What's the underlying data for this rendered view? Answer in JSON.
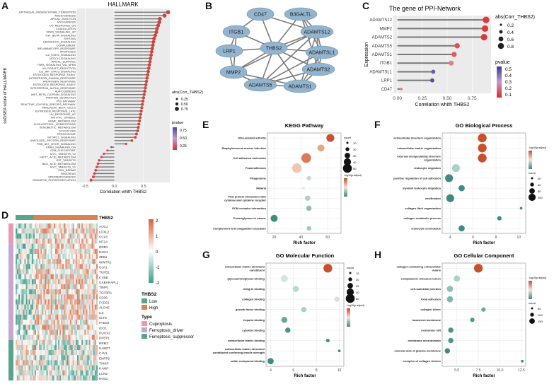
{
  "figure": {
    "panel_labels": [
      "A",
      "B",
      "C",
      "D",
      "E",
      "F",
      "G",
      "H"
    ]
  },
  "panelA": {
    "title": "HALLMARK",
    "xlabel": "Correlation whith THBS2",
    "ylabel": "ssGSEA score of HALLMARK",
    "xticks": [
      "-0.5",
      "0.0",
      "0.5"
    ],
    "legend_size_title": "abs(Corr_THBS2)",
    "legend_size_items": [
      "0.25",
      "0.50",
      "0.75"
    ],
    "legend_color_title": "pvalue",
    "legend_color_items": [
      "0.75",
      "0.50",
      "0.25"
    ],
    "pathways": [
      {
        "name": "EPITHELIAL_MESENCHYMAL_TRANSITION",
        "r": 0.92
      },
      {
        "name": "ANGIOGENESIS",
        "r": 0.86
      },
      {
        "name": "APICAL_JUNCTION",
        "r": 0.78
      },
      {
        "name": "MYOGENESIS",
        "r": 0.77
      },
      {
        "name": "UV_RESPONSE_DN",
        "r": 0.75
      },
      {
        "name": "COAGULATION",
        "r": 0.73
      },
      {
        "name": "KRAS_SIGNALING_UP",
        "r": 0.72
      },
      {
        "name": "TGF_BETA_SIGNALING",
        "r": 0.7
      },
      {
        "name": "HYPOXIA",
        "r": 0.68
      },
      {
        "name": "HEDGEHOG_SIGNALING",
        "r": 0.67
      },
      {
        "name": "COMPLEMENT",
        "r": 0.66
      },
      {
        "name": "INFLAMMATORY_RESPONSE",
        "r": 0.65
      },
      {
        "name": "APOPTOSIS",
        "r": 0.64
      },
      {
        "name": "IL2_STAT5_SIGNALING",
        "r": 0.63
      },
      {
        "name": "NOTCH_SIGNALING",
        "r": 0.62
      },
      {
        "name": "APICAL_SURFACE",
        "r": 0.61
      },
      {
        "name": "TNFA_SIGNALING_VIA_NFKB",
        "r": 0.6
      },
      {
        "name": "ALLOGRAFT_REJECTION",
        "r": 0.59
      },
      {
        "name": "IL6_JAK_STAT3_SIGNALING",
        "r": 0.58
      },
      {
        "name": "ESTROGEN_RESPONSE_EARLY",
        "r": 0.57
      },
      {
        "name": "INTERFERON_GAMMA_RESPONSE",
        "r": 0.56
      },
      {
        "name": "ANDROGEN_RESPONSE",
        "r": 0.55
      },
      {
        "name": "ESTROGEN_RESPONSE_EARLY",
        "r": 0.54
      },
      {
        "name": "INTERFERON_ALPHA_RESPONSE",
        "r": 0.53
      },
      {
        "name": "ADIPOGENESIS",
        "r": 0.52
      },
      {
        "name": "WNT_BETA_CATENIN_SIGNALING",
        "r": 0.51
      },
      {
        "name": "PROTEIN_SECRETION",
        "r": 0.5
      },
      {
        "name": "P53_PATHWAY",
        "r": 0.49
      },
      {
        "name": "REACTIVE_OXYGEN_SPECIES_PATHWAY",
        "r": 0.48
      },
      {
        "name": "PANCREAS_BETA_CELLS",
        "r": 0.47
      },
      {
        "name": "ESTROGEN_RESPONSE_LATE",
        "r": 0.46
      },
      {
        "name": "UV_RESPONSE_UP",
        "r": 0.45
      },
      {
        "name": "MITOTIC_SPINDLE",
        "r": 0.44
      },
      {
        "name": "HEME_METABOLISM",
        "r": 0.43
      },
      {
        "name": "CHOLESTEROL_HOMEOSTASIS",
        "r": 0.42
      },
      {
        "name": "XENOBIOTIC_METABOLISM",
        "r": 0.41
      },
      {
        "name": "GLYCOLYSIS",
        "r": 0.4
      },
      {
        "name": "PEROXISOME",
        "r": 0.38
      },
      {
        "name": "MTORC1_SIGNALING",
        "r": 0.36
      },
      {
        "name": "UNFOLDED_PROTEIN_RESPONSE",
        "r": 0.3
      },
      {
        "name": "PI3K_AKT_MTOR_SIGNALING",
        "r": 0.2
      },
      {
        "name": "KRAS_SIGNALING_DN",
        "r": -0.05
      },
      {
        "name": "G2M_CHECKPOINT",
        "r": -0.12
      },
      {
        "name": "MYC_TARGETS_V2",
        "r": -0.18
      },
      {
        "name": "FATTY_ACID_METABOLISM",
        "r": -0.22
      },
      {
        "name": "E2F_TARGETS",
        "r": -0.26
      },
      {
        "name": "BILE_ACID_METABOLISM",
        "r": -0.28
      },
      {
        "name": "MYC_TARGETS_V1",
        "r": -0.3
      },
      {
        "name": "DNA_REPAIR",
        "r": -0.32
      },
      {
        "name": "PANCREAS",
        "r": -0.34
      },
      {
        "name": "SPERMATOGENESIS",
        "r": -0.36
      },
      {
        "name": "OXIDATIVE_PHOSPHORYLATION",
        "r": -0.4
      }
    ]
  },
  "panelB": {
    "nodes": [
      "CD47",
      "B3GALTL",
      "ITGB1",
      "ADAMTS12",
      "LRP1",
      "THBS2",
      "ADAMTSL1",
      "MMP2",
      "ADAMTS2",
      "ADAMTS5",
      "ADAMTS1"
    ]
  },
  "panelC": {
    "title": "The gene of PPI-Network",
    "xlabel": "Correlation whith THBS2",
    "ylabel": "Expression",
    "xticks": [
      "0.00",
      "0.25",
      "0.50",
      "0.75"
    ],
    "legend_size_title": "abs(Corr_THBS2)",
    "legend_size_items": [
      "0.2",
      "0.4",
      "0.6",
      "0.8"
    ],
    "legend_color_title": "pvalue",
    "legend_color_items": [
      "0.5",
      "0.4",
      "0.3",
      "0.2",
      "0.1"
    ],
    "genes": [
      {
        "name": "ADAMTS12",
        "r": 0.89,
        "color": "#d93a3a"
      },
      {
        "name": "MMP2",
        "r": 0.88,
        "color": "#d93a3a"
      },
      {
        "name": "ADAMTS2",
        "r": 0.87,
        "color": "#d93a3a"
      },
      {
        "name": "ADAMTS5",
        "r": 0.6,
        "color": "#e05050"
      },
      {
        "name": "ADAMTS1",
        "r": 0.57,
        "color": "#e25a5a"
      },
      {
        "name": "ITGB1",
        "r": 0.54,
        "color": "#e77c7c"
      },
      {
        "name": "ADAMTSL1",
        "r": 0.36,
        "color": "#6a5bb0"
      },
      {
        "name": "LRP1",
        "r": 0.35,
        "color": "#564aa6"
      },
      {
        "name": "CD47",
        "r": 0.04,
        "color": "#d78a8a"
      }
    ]
  },
  "panelD": {
    "group_label": "THBS2",
    "scale_ticks": [
      "2",
      "1",
      "0",
      "-1",
      "-2"
    ],
    "legend_thbs2_title": "THBS2",
    "legend_thbs2_items": [
      "Low",
      "High"
    ],
    "legend_type_title": "Type",
    "legend_type_items": [
      "Cuproptosis",
      "Ferroptosis_driver",
      "Ferroptosis_suppressor"
    ],
    "genes": [
      "AOC3",
      "LOXL2",
      "CCL8",
      "MT2A",
      "DDR2",
      "NOX4",
      "ZEB1",
      "WWTR1",
      "GJA1",
      "TGFB1",
      "CYBB",
      "GABARAPL1",
      "TIMP1",
      "TGFBR1",
      "CD36",
      "FADS1",
      "ALOX5",
      "IL6",
      "KLF2",
      "FADS2",
      "IDO1",
      "DUOX2",
      "DPEP1",
      "RRM2",
      "NAMPT",
      "CAV1",
      "ENPP2",
      "TXNIP",
      "HAMP",
      "LCN2",
      "NOS2"
    ]
  },
  "panelE": {
    "title": "KEGG Pathway",
    "xlabel": "Rich factor",
    "legend_count_title": "count",
    "legend_count_items": [
      "10",
      "20",
      "30",
      "40",
      "50"
    ],
    "legend_p_title": "-log10(p.adjust)",
    "xticks": [
      "20",
      "40",
      "60"
    ],
    "terms": [
      {
        "label": "Rheumatoid arthritis",
        "x": 62,
        "size": 9,
        "color": "#c8502d"
      },
      {
        "label": "Staphylococcus aureus infection",
        "x": 55,
        "size": 8,
        "color": "#e8a585"
      },
      {
        "label": "Cell adhesion molecules",
        "x": 44,
        "size": 11,
        "color": "#dd7a5a"
      },
      {
        "label": "Focal adhesion",
        "x": 37,
        "size": 11,
        "color": "#f3c6b1"
      },
      {
        "label": "Phagosome",
        "x": 46,
        "size": 5,
        "color": "#bfdcd5"
      },
      {
        "label": "Malaria",
        "x": 42,
        "size": 3,
        "color": "#d6ebe5"
      },
      {
        "label": "Viral protein interaction with cytokine and cytokine receptor",
        "x": 45,
        "size": 6,
        "color": "#a9d1c7"
      },
      {
        "label": "ECM-receptor interaction",
        "x": 46,
        "size": 6,
        "color": "#8cc0b3"
      },
      {
        "label": "Proteoglycans in cancer",
        "x": 20,
        "size": 8,
        "color": "#3e8c80"
      },
      {
        "label": "Complement and coagulation cascades",
        "x": 46,
        "size": 5,
        "color": "#9cc8bc"
      }
    ]
  },
  "panelF": {
    "title": "GO Biological Process",
    "xlabel": "Rich factor",
    "legend_p_title": "-log10(p.adjust)",
    "legend_count_title": "count",
    "legend_count_items": [
      "40",
      "60",
      "80",
      "100"
    ],
    "xticks": [
      "4",
      "6",
      "8",
      "10"
    ],
    "terms": [
      {
        "label": "extracellular structure organization",
        "x": 6.8,
        "size": 10,
        "color": "#c8502d"
      },
      {
        "label": "extracellular matrix organization",
        "x": 6.8,
        "size": 10,
        "color": "#c8502d"
      },
      {
        "label": "external encapsulating structure organization",
        "x": 6.8,
        "size": 10,
        "color": "#c8502d"
      },
      {
        "label": "leukocyte migration",
        "x": 4.5,
        "size": 9,
        "color": "#a9d1c7"
      },
      {
        "label": "positive regulation of cell adhesion",
        "x": 3.9,
        "size": 9,
        "color": "#3e8c80"
      },
      {
        "label": "myeloid leukocyte migration",
        "x": 5.0,
        "size": 7,
        "color": "#3e8c80"
      },
      {
        "label": "ossification",
        "x": 4.0,
        "size": 9,
        "color": "#3e8c80"
      },
      {
        "label": "collagen fibril organization",
        "x": 10.2,
        "size": 3,
        "color": "#3e8c80"
      },
      {
        "label": "collagen metabolic process",
        "x": 8.3,
        "size": 5,
        "color": "#3e8c80"
      },
      {
        "label": "leukocyte chemotaxis",
        "x": 5.0,
        "size": 7,
        "color": "#3e8c80"
      }
    ]
  },
  "panelG": {
    "title": "GO Molecular Function",
    "xlabel": "Rich factor",
    "legend_count_title": "count",
    "legend_count_items": [
      "10",
      "20",
      "30",
      "40",
      "50"
    ],
    "legend_p_title": "-log10(p.adjust)",
    "xticks": [
      "4",
      "6",
      "8",
      "10"
    ],
    "terms": [
      {
        "label": "extracellular matrix structural constituent",
        "x": 9,
        "size": 10,
        "color": "#c8502d"
      },
      {
        "label": "glycosaminoglycan binding",
        "x": 5.2,
        "size": 8,
        "color": "#cfe5df"
      },
      {
        "label": "integrin binding",
        "x": 6.2,
        "size": 7,
        "color": "#b8dad0"
      },
      {
        "label": "collagen binding",
        "x": 9.8,
        "size": 6,
        "color": "#cfe5df"
      },
      {
        "label": "growth factor binding",
        "x": 6.9,
        "size": 6,
        "color": "#a9d1c7"
      },
      {
        "label": "heparin binding",
        "x": 5.2,
        "size": 7,
        "color": "#6ba89b"
      },
      {
        "label": "cytokine binding",
        "x": 5.5,
        "size": 6,
        "color": "#4d9689"
      },
      {
        "label": "extracellular matrix binding",
        "x": 9,
        "size": 4,
        "color": "#3e8c80"
      },
      {
        "label": "extracellular matrix structural constituent conferring tensile strength",
        "x": 10,
        "size": 3,
        "color": "#3e8c80"
      },
      {
        "label": "sulfur compound binding",
        "x": 4,
        "size": 7,
        "color": "#3e8c80"
      }
    ]
  },
  "panelH": {
    "title": "GO Cellular Component",
    "xlabel": "Rich factor",
    "legend_p_title": "-log10(p.adjust)",
    "legend_count_title": "count",
    "legend_count_items": [
      "50",
      "100",
      "150"
    ],
    "xticks": [
      "5.0",
      "7.5",
      "10.0",
      "12.5"
    ],
    "terms": [
      {
        "label": "collagen-containing extracellular matrix",
        "x": 7.5,
        "size": 10,
        "color": "#c8502d"
      },
      {
        "label": "endoplasmic reticulum lumen",
        "x": 5.0,
        "size": 7,
        "color": "#a9d1c7"
      },
      {
        "label": "cell-substrate junction",
        "x": 4.2,
        "size": 7,
        "color": "#8cc0b3"
      },
      {
        "label": "focal adhesion",
        "x": 4.2,
        "size": 7,
        "color": "#7cb7aa"
      },
      {
        "label": "collagen trimer",
        "x": 8.1,
        "size": 5,
        "color": "#6ba89b"
      },
      {
        "label": "basement membrane",
        "x": 6.8,
        "size": 5,
        "color": "#4d9689"
      },
      {
        "label": "membrane raft",
        "x": 4.3,
        "size": 6,
        "color": "#4d9689"
      },
      {
        "label": "membrane microdomain",
        "x": 4.3,
        "size": 6,
        "color": "#4d9689"
      },
      {
        "label": "external side of plasma membrane",
        "x": 3.9,
        "size": 6,
        "color": "#3e8c80"
      },
      {
        "label": "complex of collagen trimers",
        "x": 12.6,
        "size": 3,
        "color": "#3e8c80"
      }
    ]
  }
}
